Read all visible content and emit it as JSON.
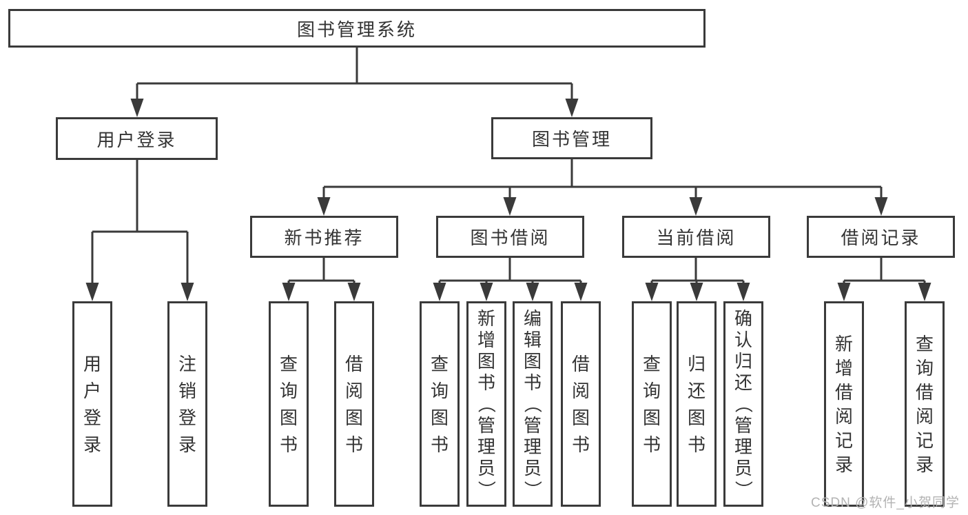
{
  "diagram": {
    "root": {
      "label": "图书管理系统"
    },
    "level2": [
      {
        "label": "用户登录"
      },
      {
        "label": "图书管理"
      }
    ],
    "level3": [
      {
        "label": "新书推荐"
      },
      {
        "label": "图书借阅"
      },
      {
        "label": "当前借阅"
      },
      {
        "label": "借阅记录"
      }
    ],
    "leaves": {
      "user_login": [
        "用户登录",
        "注销登录"
      ],
      "new_books": [
        "查询图书",
        "借阅图书"
      ],
      "book_borrow": [
        "查询图书",
        "新增图书（管理员）",
        "编辑图书（管理员）",
        "借阅图书"
      ],
      "current_borrow": [
        "查询图书",
        "归还图书",
        "确认归还（管理员）"
      ],
      "borrow_records": [
        "新增借阅记录",
        "查询借阅记录"
      ]
    }
  },
  "watermark": "CSDN @软件_小贺同学",
  "colors": {
    "line": "#3a3a3a",
    "text": "#333333",
    "watermark": "#b3b3b3",
    "background": "#ffffff"
  }
}
